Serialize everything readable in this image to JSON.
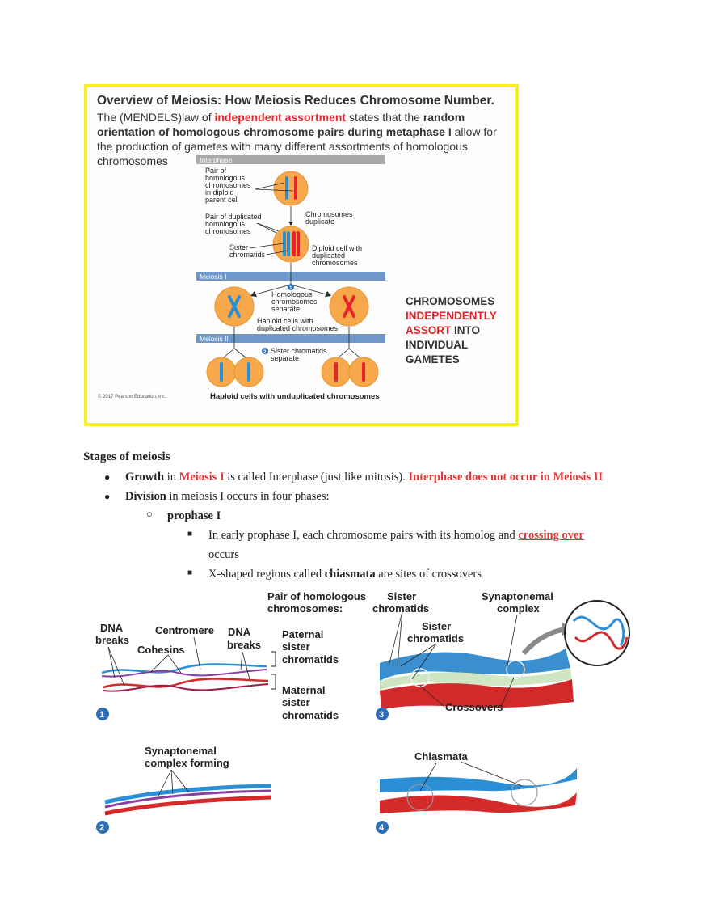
{
  "figure1": {
    "title": "Overview of Meiosis: How Meiosis Reduces Chromosome Number.",
    "text_pre": "The (MENDELS)law of ",
    "text_red": "independent assortment",
    "text_mid": " states that the ",
    "text_bold": "random orientation of homologous chromosome pairs during metaphase I",
    "text_post": " allow for the production of gametes with many different assortments of homologous chromosomes",
    "bar_interphase": "Interphase",
    "bar_meiosis1": "Meiosis I",
    "bar_meiosis2": "Meiosis II",
    "label_pair": [
      "Pair of",
      "homologous",
      "chromosomes",
      "in diploid",
      "parent cell"
    ],
    "label_dup_pair": [
      "Pair of duplicated",
      "homologous",
      "chromosomes"
    ],
    "label_chrom_dup": [
      "Chromosomes",
      "duplicate"
    ],
    "label_sister": [
      "Sister",
      "chromatids"
    ],
    "label_diploid": [
      "Diploid cell with",
      "duplicated",
      "chromosomes"
    ],
    "step1": "1",
    "label_homologous_sep": [
      "Homologous",
      "chromosomes",
      "separate"
    ],
    "label_haploid_dup": [
      "Haploid cells with",
      "duplicated chromosomes"
    ],
    "step2": "2",
    "label_sister_sep": [
      "Sister chromatids",
      "separate"
    ],
    "label_haploid_undup": "Haploid cells with unduplicated chromosomes",
    "copyright": "© 2017 Pearson Education, Inc.",
    "assort_1": "CHROMOSOMES",
    "assort_2": "INDEPENDENTLY",
    "assort_3_red": "ASSORT",
    "assort_3_black": " INTO",
    "assort_4": "INDIVIDUAL",
    "assort_5": "GAMETES",
    "colors": {
      "border": "#f7ef1f",
      "red": "#e8232a",
      "blue": "#2b8fd6",
      "cell": "#f7a84a",
      "bar": "#6f98c8",
      "interphase_bar": "#a9a9a9"
    }
  },
  "notes": {
    "heading": "Stages of meiosis",
    "b1_bold": "Growth",
    "b1_t1": " in ",
    "b1_red": "Meiosis I",
    "b1_t2": " is called Interphase (just like mitosis). ",
    "b1_red2": "Interphase does not occur in Meiosis II",
    "b2_bold": "Division",
    "b2_t": " in meiosis I occurs in four phases:",
    "sub_bold": "prophase I",
    "s1_t1": "In early prophase I, each chromosome pairs with its homolog and ",
    "s1_red": "crossing over",
    "s1_t2": "occurs",
    "s2_t1": "X-shaped regions called ",
    "s2_bold": "chiasmata",
    "s2_t2": " are sites of crossovers"
  },
  "figure2": {
    "pair_label": [
      "Pair of homologous",
      "chromosomes:"
    ],
    "sister_top": [
      "Sister",
      "chromatids"
    ],
    "synaptonemal_top": [
      "Synaptonemal",
      "complex"
    ],
    "dna_breaks_1": [
      "DNA",
      "breaks"
    ],
    "centromere": "Centromere",
    "dna_breaks_2": [
      "DNA",
      "breaks"
    ],
    "cohesins": "Cohesins",
    "paternal": [
      "Paternal",
      "sister",
      "chromatids"
    ],
    "maternal": [
      "Maternal",
      "sister",
      "chromatids"
    ],
    "sister_mid": [
      "Sister",
      "chromatids"
    ],
    "crossovers": "Crossovers",
    "syn_forming": [
      "Synaptonemal",
      "complex forming"
    ],
    "chiasmata": "Chiasmata",
    "steps": [
      "1",
      "2",
      "3",
      "4"
    ]
  }
}
